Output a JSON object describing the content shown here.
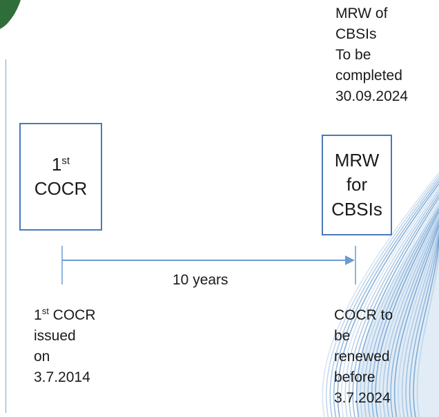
{
  "colors": {
    "accent": "#4a78b5",
    "line": "#6b9bd2",
    "wave": "#5b93cc",
    "logo": "#2f6e3a"
  },
  "top_note": {
    "text": "MRW of\nCBSIs\nTo be\ncompleted\n30.09.2024"
  },
  "box_first": {
    "number": "1",
    "superscript": "st",
    "label": "COCR"
  },
  "box_mrw": {
    "text": "MRW\nfor\nCBSIs"
  },
  "timeline": {
    "label": "10 years"
  },
  "left_note": {
    "number": "1",
    "superscript": "st",
    "text": " COCR\nissued\non\n3.7.2014"
  },
  "right_note": {
    "text": "COCR to\nbe\nrenewed\nbefore\n3.7.2024"
  },
  "decor": {
    "logo_icon": "green-corner-logo",
    "wave_icon": "blue-wave-decoration"
  }
}
